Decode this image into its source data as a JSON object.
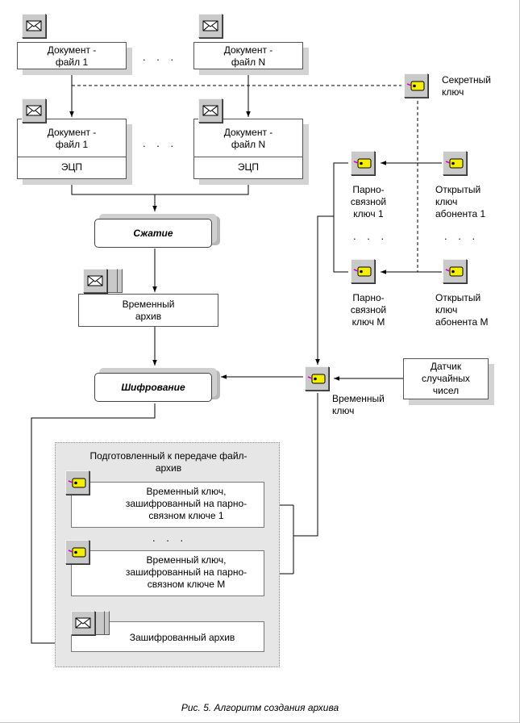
{
  "docs": {
    "doc1": "Документ - файл 1",
    "docN": "Документ - файл N",
    "doc1_signed": "Документ - файл 1",
    "docN_signed": "Документ - файл N",
    "signature": "ЭЦП",
    "ellipsis": ". . ."
  },
  "keys": {
    "secret": "Секретный ключ",
    "pair1": "Парно-связной ключ 1",
    "pairM": "Парно-связной ключ М",
    "open1": "Открытый ключ абонента 1",
    "openM": "Открытый ключ абонента М",
    "temp": "Временный ключ",
    "ellipsis": ". . ."
  },
  "steps": {
    "compress": "Сжатие",
    "temp_archive": "Временный архив",
    "encrypt": "Шифрование",
    "rng": "Датчик случайных чисел"
  },
  "package": {
    "title": "Подготовленный к передаче файл-архив",
    "key1": "Временный ключ, зашифрованный на парно-связном ключе 1",
    "keyM": "Временный ключ, зашифрованный на парно-связном ключе М",
    "ellipsis": ". . .",
    "archive": "Зашифрованный архив"
  },
  "caption": "Рис. 5. Алгоритм создания архива",
  "icons": {
    "envelope": "envelope-icon",
    "key": "key-icon"
  }
}
